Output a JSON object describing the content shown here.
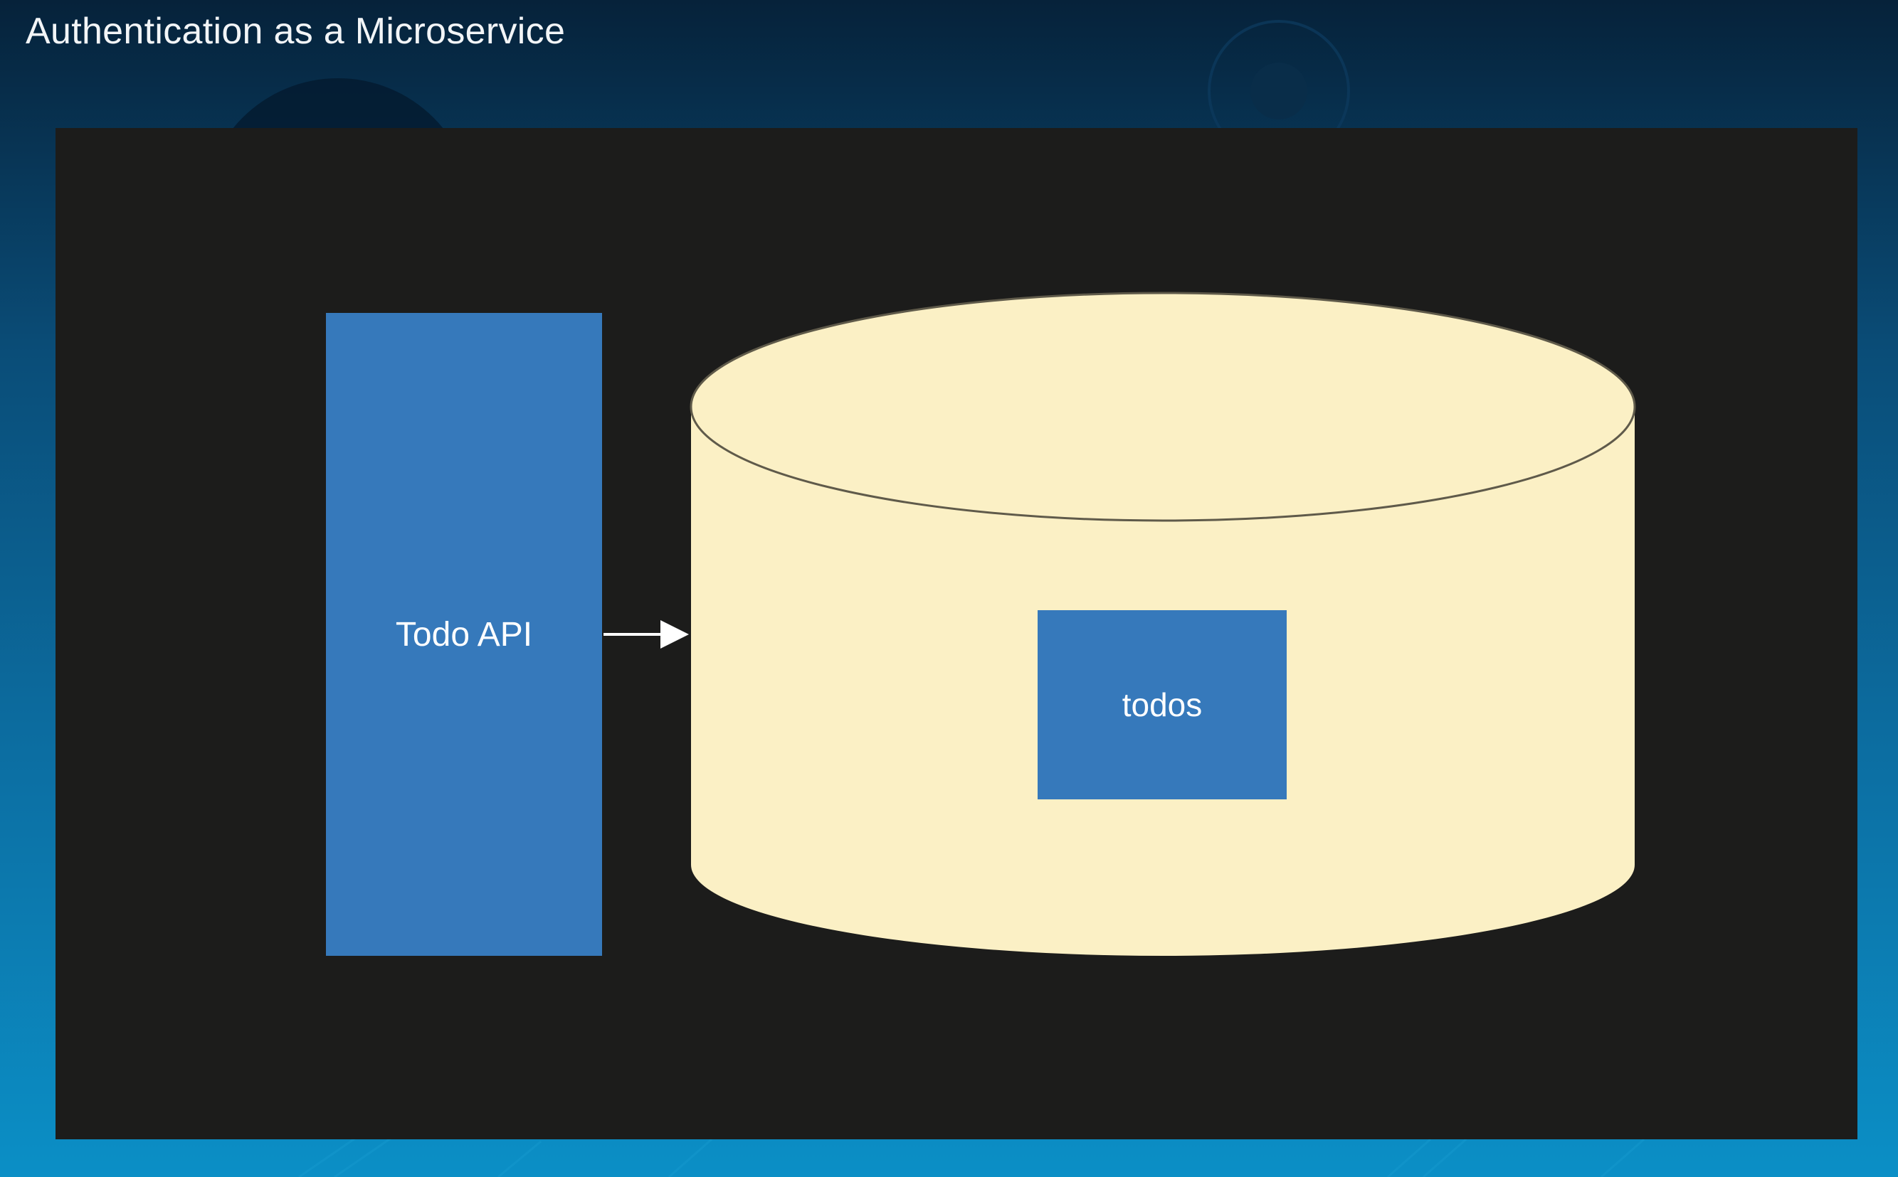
{
  "header": {
    "title": "Authentication as a Microservice"
  },
  "diagram": {
    "nodes": {
      "api": {
        "label": "Todo API",
        "color": "#3679bb"
      },
      "database": {
        "color": "#fbf0c5"
      },
      "collection": {
        "label": "todos",
        "color": "#3679bb"
      }
    },
    "edges": [
      {
        "from": "api",
        "to": "database",
        "style": "arrow",
        "color": "#ffffff"
      }
    ],
    "background": "#1c1c1b"
  }
}
